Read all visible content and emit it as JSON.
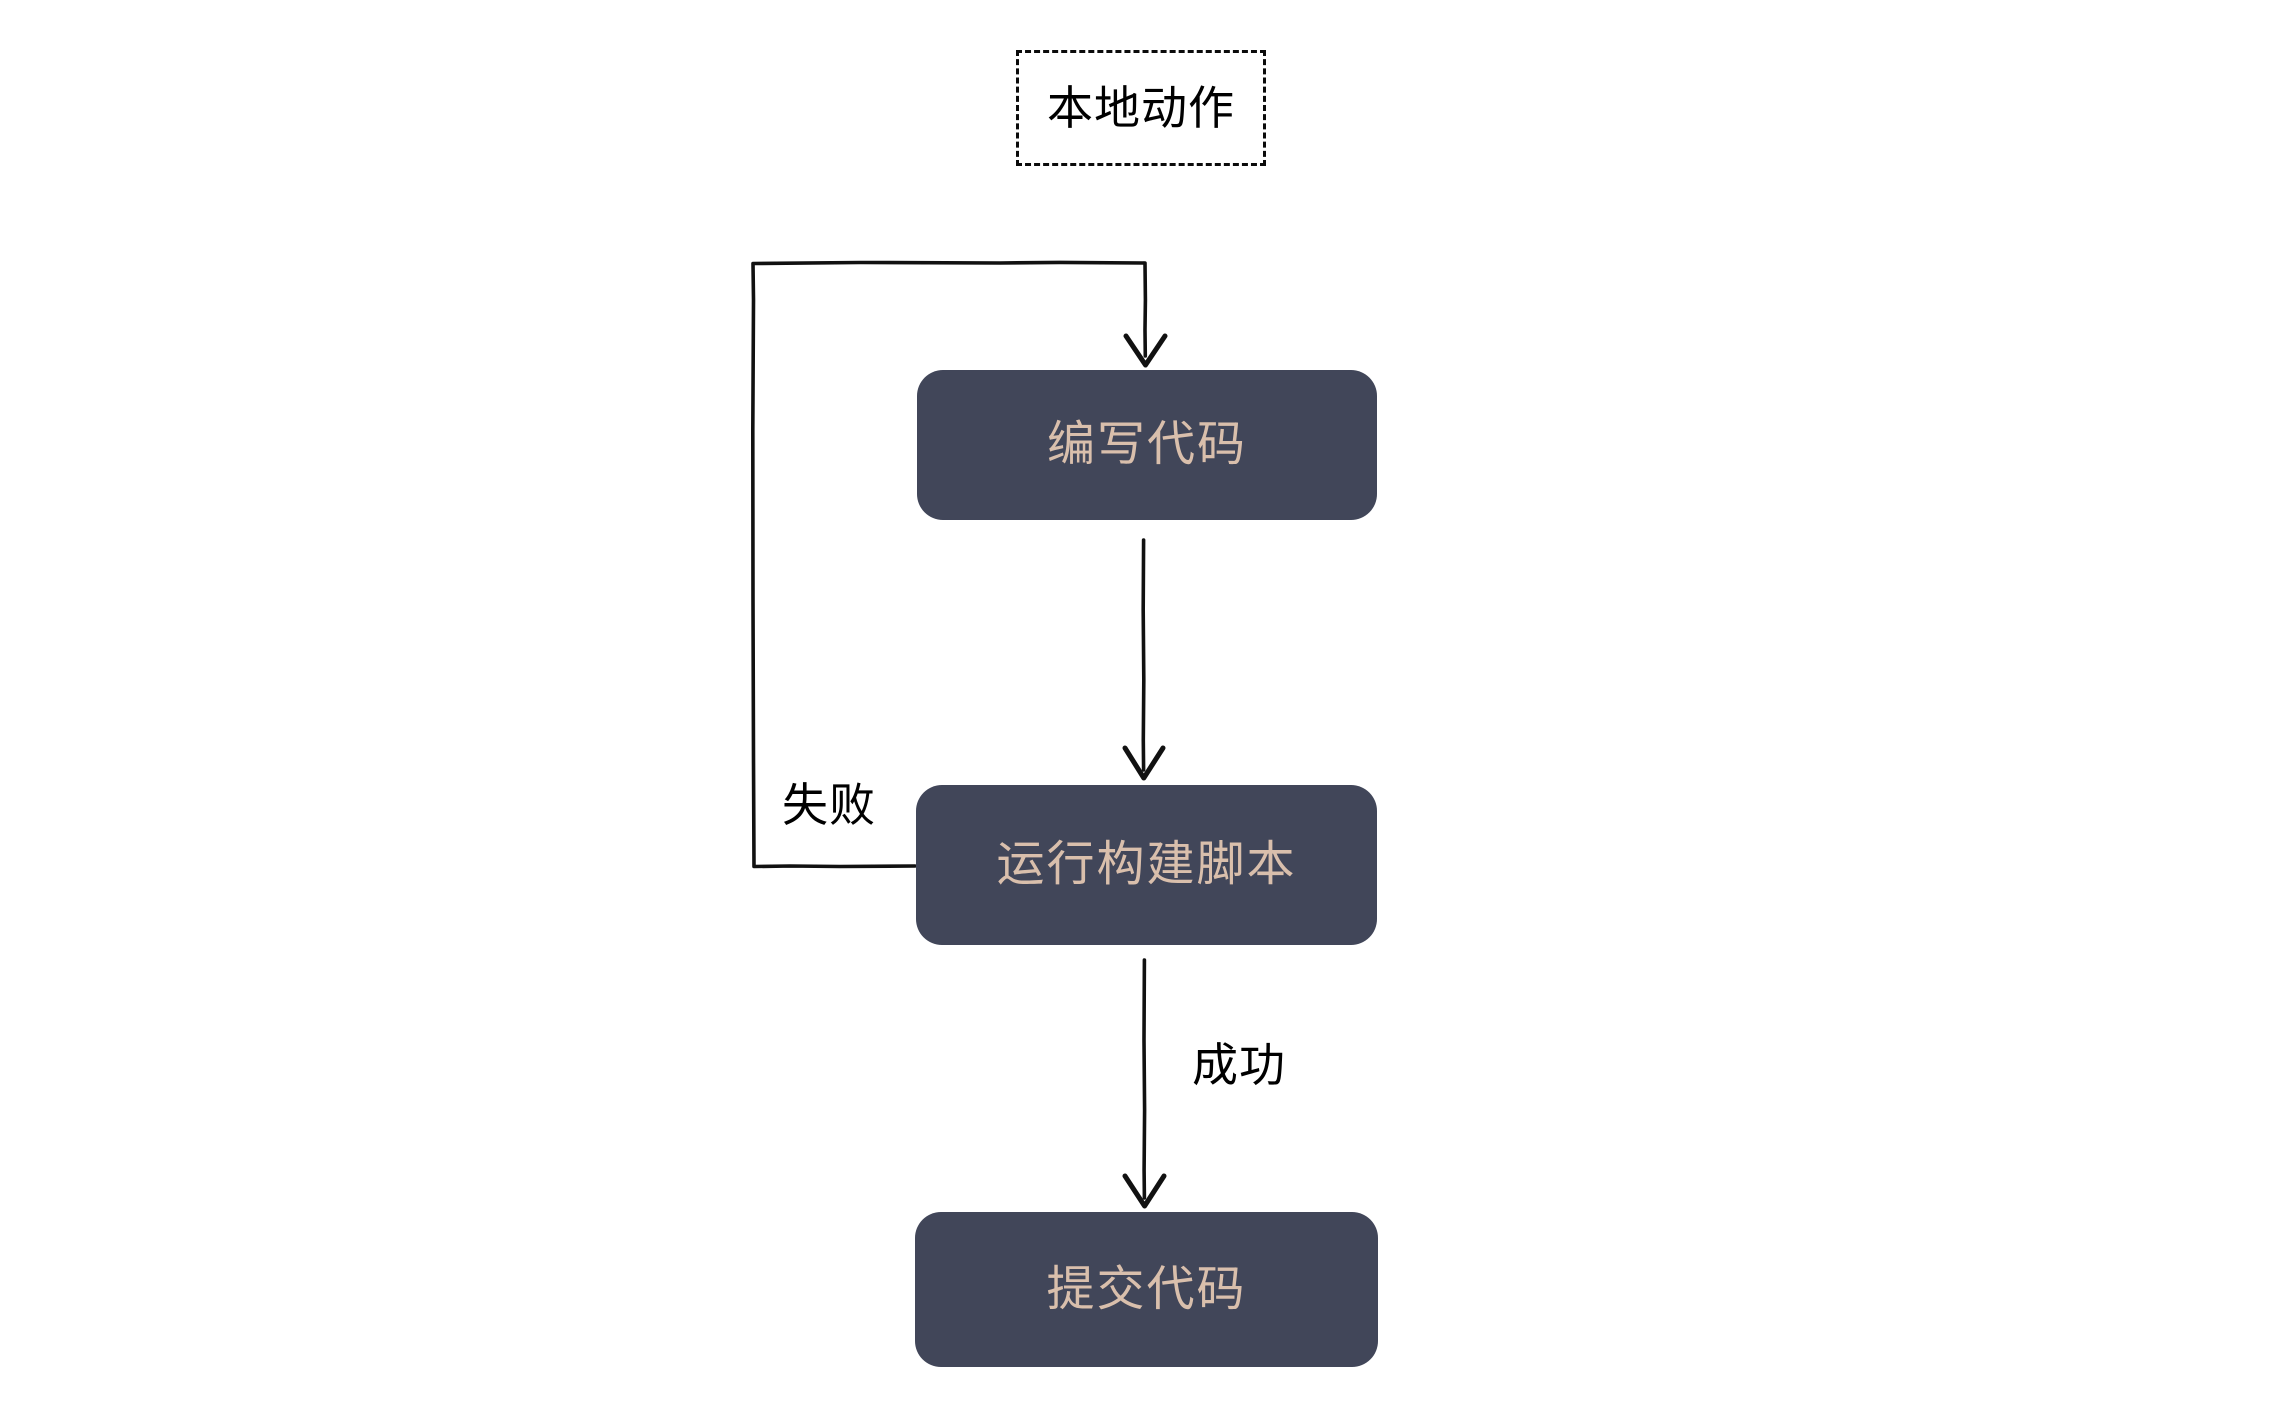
{
  "diagram": {
    "title_annotation": "本地动作",
    "background_color": "#ffffff",
    "node_fill_color": "#414659",
    "node_text_color": "#d9bfac",
    "line_color": "#111111",
    "nodes": [
      {
        "id": "write",
        "label": "编写代码"
      },
      {
        "id": "build",
        "label": "运行构建脚本"
      },
      {
        "id": "commit",
        "label": "提交代码"
      }
    ],
    "edges": [
      {
        "id": "loop-back",
        "from": "build",
        "to": "write",
        "label": "失败"
      },
      {
        "id": "write-to-build",
        "from": "write",
        "to": "build",
        "label": ""
      },
      {
        "id": "build-to-commit",
        "from": "build",
        "to": "commit",
        "label": "成功"
      }
    ],
    "edge_labels": {
      "fail": "失败",
      "success": "成功"
    }
  }
}
